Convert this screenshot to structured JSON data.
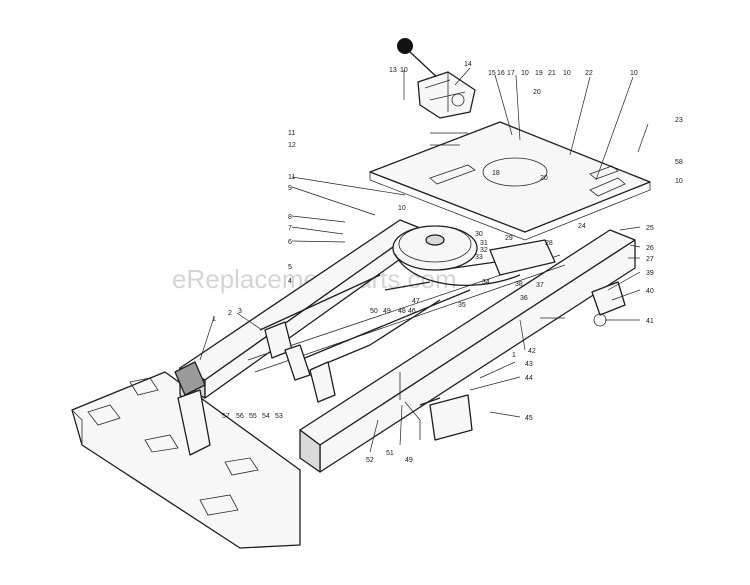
{
  "watermark": "eReplacementParts.com",
  "part_labels": [
    "13",
    "10",
    "14",
    "15",
    "16",
    "17",
    "10",
    "19",
    "21",
    "10",
    "22",
    "10",
    "23",
    "11",
    "12",
    "20",
    "18",
    "20",
    "58",
    "10",
    "11",
    "9",
    "10",
    "8",
    "7",
    "6",
    "30",
    "31",
    "32",
    "29",
    "28",
    "24",
    "25",
    "26",
    "27",
    "5",
    "4",
    "3",
    "2",
    "1",
    "33",
    "34",
    "35",
    "38",
    "37",
    "36",
    "39",
    "40",
    "41",
    "50",
    "49",
    "48",
    "46",
    "47",
    "42",
    "43",
    "44",
    "45",
    "1",
    "57",
    "56",
    "55",
    "54",
    "53",
    "52",
    "51",
    "49"
  ]
}
